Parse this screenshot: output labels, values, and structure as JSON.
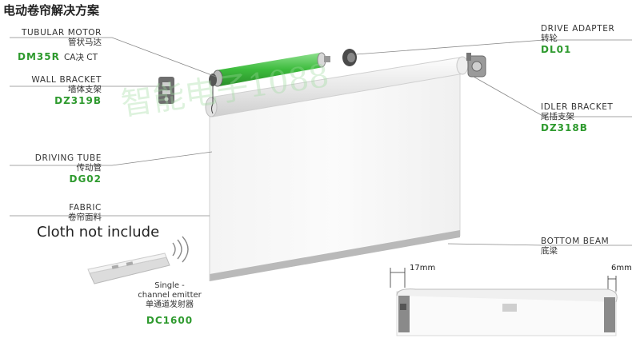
{
  "title": "电动卷帘解决方案",
  "watermark": "智能电子1088",
  "components": {
    "tubular_motor": {
      "en": "TUBULAR MOTOR",
      "cn": "管状马达",
      "code": "DM35R",
      "overlap": "CA决 CT"
    },
    "wall_bracket": {
      "en": "WALL BRACKET",
      "cn": "墙体支架",
      "code": "DZ319B"
    },
    "driving_tube": {
      "en": "DRIVING TUBE",
      "cn": "传动管",
      "code": "DG02"
    },
    "fabric": {
      "en": "FABRIC",
      "cn": "卷帘面料",
      "note": "Cloth not include"
    },
    "drive_adapter": {
      "en": "DRIVE ADAPTER",
      "cn": "转轮",
      "code": "DL01"
    },
    "idler_bracket": {
      "en": "IDLER BRACKET",
      "cn": "尾插支架",
      "code": "DZ318B"
    },
    "bottom_beam": {
      "en": "BOTTOM BEAM",
      "cn": "底梁"
    }
  },
  "emitter": {
    "line1": "Single -",
    "line2": "channel emitter",
    "cn": "单通道发射器",
    "code": "DC1600"
  },
  "dimensions": {
    "left": "17mm",
    "right": "6mm"
  },
  "colors": {
    "accent_green": "#2e9a2e",
    "motor_green": "#4ec34e"
  }
}
